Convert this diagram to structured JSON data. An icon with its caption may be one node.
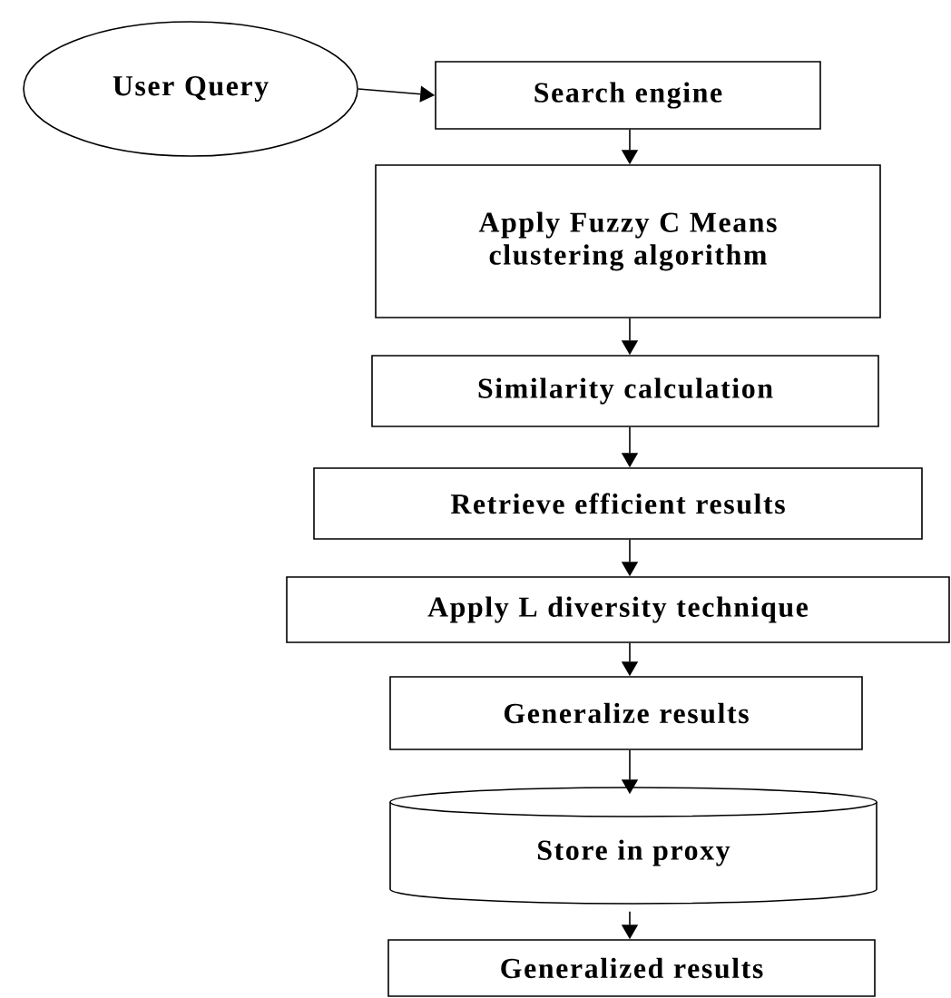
{
  "diagram": {
    "nodes": [
      {
        "text": [
          "User Query"
        ]
      },
      {
        "text": [
          "Search engine"
        ]
      },
      {
        "text": [
          "Apply Fuzzy C Means clustering algorithm"
        ]
      },
      {
        "text": [
          "Similarity calculation"
        ]
      },
      {
        "text": [
          "Retrieve efficient results"
        ]
      },
      {
        "text": [
          "Apply L diversity technique"
        ]
      },
      {
        "text": [
          "Generalize results"
        ]
      },
      {
        "text": [
          "Store in proxy"
        ]
      },
      {
        "text": [
          "Generalized results"
        ]
      }
    ],
    "edges": [
      {
        "from": 0,
        "to": 1,
        "arrow": "to"
      },
      {
        "from": 1,
        "to": 2,
        "arrow": "to"
      },
      {
        "from": 2,
        "to": 3,
        "arrow": "to"
      },
      {
        "from": 3,
        "to": 4,
        "arrow": "to"
      },
      {
        "from": 4,
        "to": 5,
        "arrow": "to"
      },
      {
        "from": 5,
        "to": 6,
        "arrow": "to"
      },
      {
        "from": 6,
        "to": 7,
        "arrow": "to"
      },
      {
        "from": 7,
        "to": 8,
        "arrow": "to"
      }
    ]
  }
}
